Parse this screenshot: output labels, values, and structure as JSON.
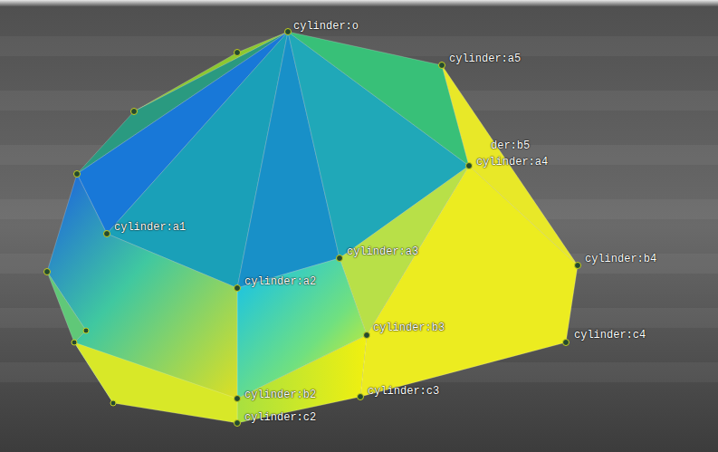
{
  "diagram": {
    "labels": [
      "cylinder:o",
      "cylinder:a5",
      "der:b5",
      "cylinder:a4",
      "cylinder:a1",
      "cylinder:a3",
      "cylinder:a2",
      "cylinder:b4",
      "cylinder:b3",
      "cylinder:c4",
      "cylinder:b2",
      "cylinder:c3",
      "cylinder:c2"
    ]
  }
}
